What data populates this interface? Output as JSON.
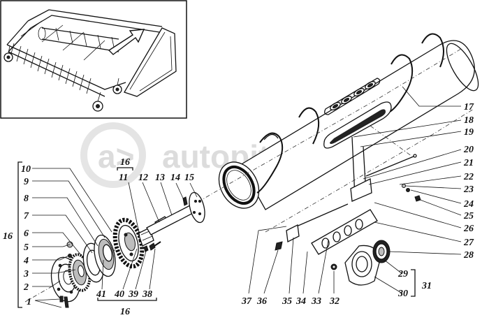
{
  "watermark": {
    "text": "autopiter.ru",
    "logo_glyph": "a>"
  },
  "callouts": {
    "n1": "1",
    "n2": "2",
    "n3": "3",
    "n4": "4",
    "n5": "5",
    "n6": "6",
    "n7": "7",
    "n8": "8",
    "n9": "9",
    "n10": "10",
    "n11": "11",
    "n12": "12",
    "n13": "13",
    "n14": "14",
    "n15": "15",
    "n16_top": "16",
    "n16_left": "16",
    "n16_bottom": "16",
    "n17": "17",
    "n18": "18",
    "n19": "19",
    "n20": "20",
    "n21": "21",
    "n22": "22",
    "n23": "23",
    "n24": "24",
    "n25": "25",
    "n26": "26",
    "n27": "27",
    "n28": "28",
    "n29": "29",
    "n30": "30",
    "n31": "31",
    "n32": "32",
    "n33": "33",
    "n34": "34",
    "n35": "35",
    "n36": "36",
    "n37": "37",
    "n38": "38",
    "n39": "39",
    "n40": "40",
    "n41": "41"
  }
}
